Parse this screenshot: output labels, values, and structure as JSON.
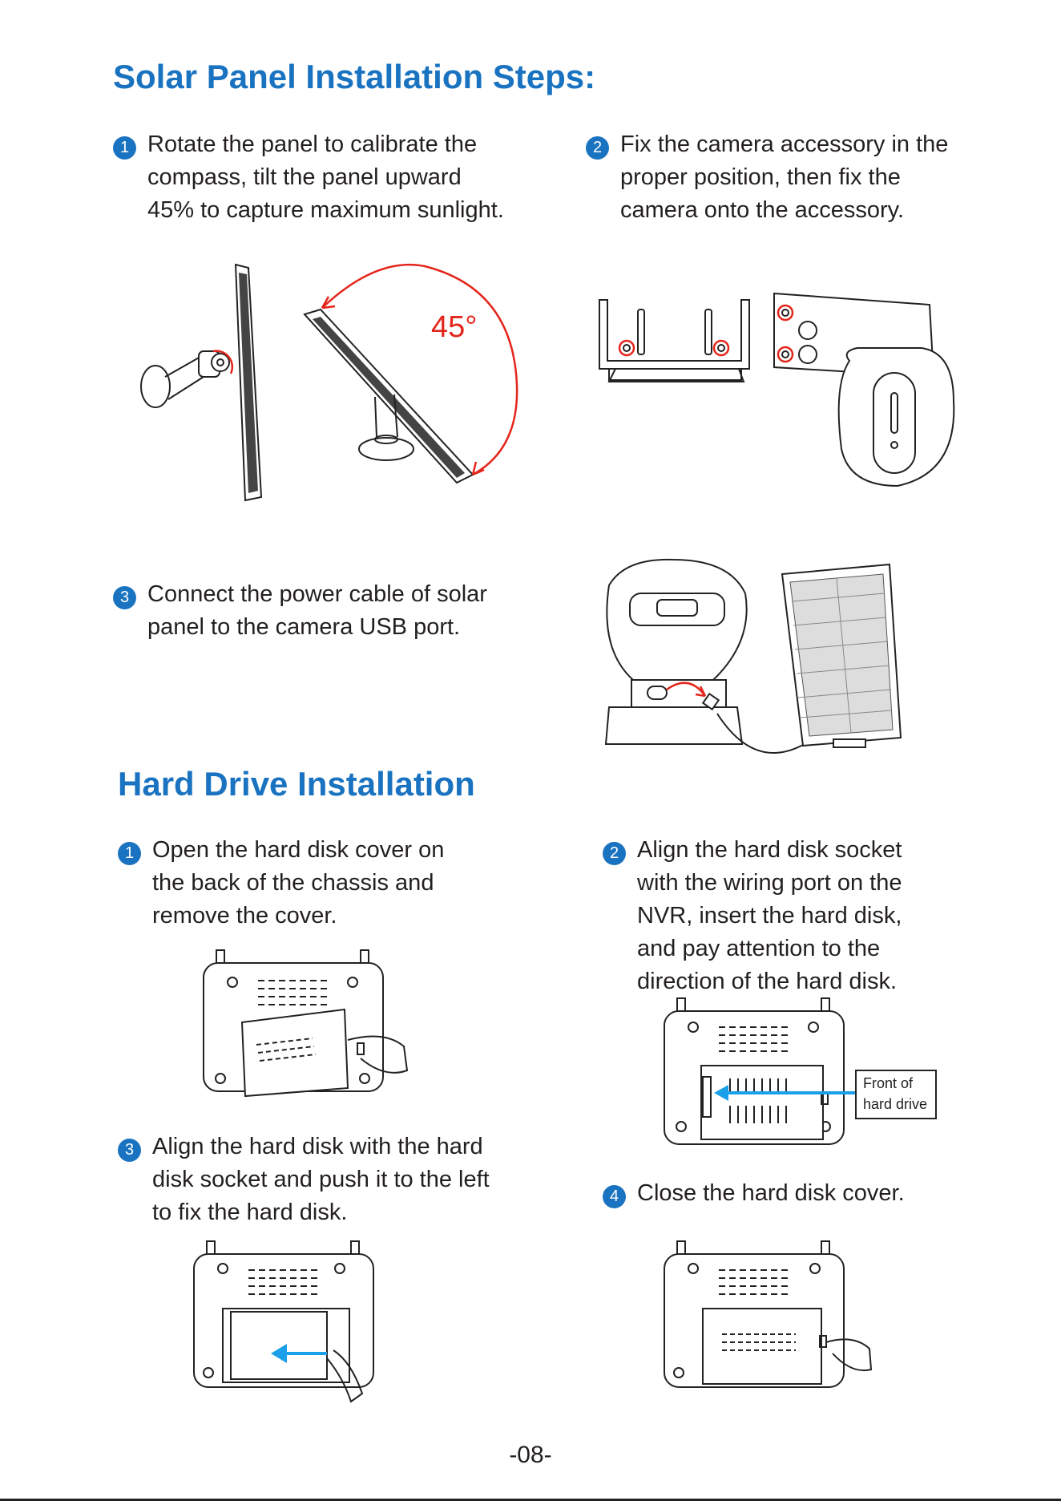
{
  "solar": {
    "title": "Solar Panel Installation Steps:",
    "steps": [
      {
        "num": "1",
        "lines": [
          "Rotate the panel to calibrate the",
          "compass, tilt the panel upward",
          "45% to capture maximum sunlight."
        ]
      },
      {
        "num": "2",
        "lines": [
          "Fix the camera accessory in the",
          "proper position, then fix the",
          "camera onto the accessory."
        ]
      },
      {
        "num": "3",
        "lines": [
          "Connect the power cable of solar",
          "panel to the camera USB port."
        ]
      }
    ],
    "angle_label": "45°"
  },
  "hdd": {
    "title": "Hard Drive Installation",
    "steps": [
      {
        "num": "1",
        "lines": [
          "Open the hard disk cover on",
          "the back of the chassis and",
          "remove the cover."
        ]
      },
      {
        "num": "2",
        "lines": [
          "Align the hard disk socket",
          "with the wiring port on the",
          "NVR, insert the hard disk,",
          "and pay attention to the",
          "direction of the hard disk."
        ]
      },
      {
        "num": "3",
        "lines": [
          "Align the hard disk with the hard",
          "disk socket and push it to the left",
          "to fix the hard disk."
        ]
      },
      {
        "num": "4",
        "lines": [
          "Close the hard disk cover."
        ]
      }
    ],
    "callout": [
      "Front of",
      "hard drive"
    ]
  },
  "page_number": "-08-",
  "colors": {
    "accent": "#1a73c0",
    "arrow_red": "#e4251b",
    "arrow_blue": "#1aa0e8"
  }
}
